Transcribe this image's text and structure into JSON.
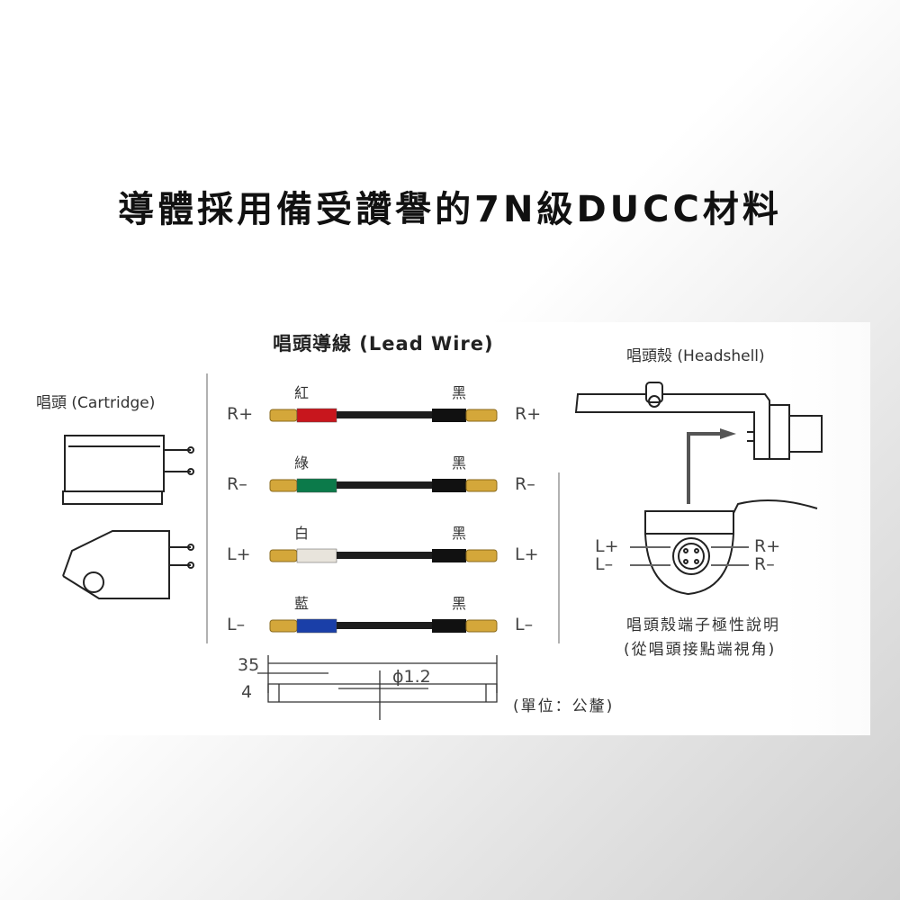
{
  "title": "導體採用備受讚譽的7N級DUCC材料",
  "lead_wire_title": "唱頭導線 (Lead Wire)",
  "cartridge_label": "唱頭 (Cartridge)",
  "headshell_label": "唱頭殼 (Headshell)",
  "wires": [
    {
      "pole": "R+",
      "color_name": "紅",
      "end_name": "黑",
      "color": "#c8161d"
    },
    {
      "pole": "R–",
      "color_name": "綠",
      "end_name": "黑",
      "color": "#0b7a4a"
    },
    {
      "pole": "L+",
      "color_name": "白",
      "end_name": "黑",
      "color": "#e8e4dc"
    },
    {
      "pole": "L–",
      "color_name": "藍",
      "end_name": "黑",
      "color": "#1a3fa8"
    }
  ],
  "headshell_poles": {
    "lp": "L+",
    "lm": "L–",
    "rp": "R+",
    "rm": "R–"
  },
  "headshell_caption": [
    "唱頭殼端子極性說明",
    "(從唱頭接點端視角)"
  ],
  "dimensions": {
    "length": "35",
    "tip": "4",
    "diameter": "ϕ1.2",
    "unit": "(單位：公釐)"
  }
}
